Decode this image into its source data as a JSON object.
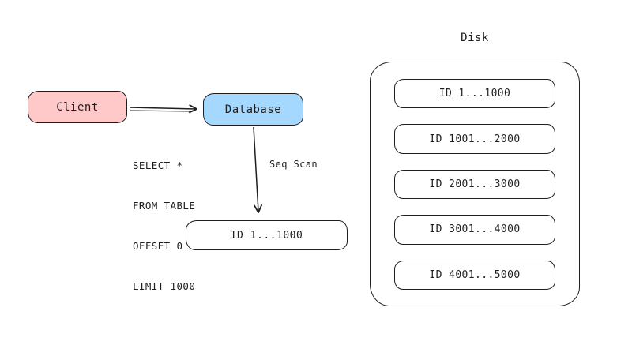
{
  "diagram": {
    "client": {
      "label": "Client",
      "fill": "#ffc9c9"
    },
    "database": {
      "label": "Database",
      "fill": "#a5d8ff"
    },
    "query": {
      "lines": [
        "SELECT *",
        "FROM TABLE",
        "OFFSET 0",
        "LIMIT 1000"
      ]
    },
    "seq_scan_label": "Seq Scan",
    "result_box": {
      "label": "ID 1...1000"
    },
    "disk": {
      "title": "Disk",
      "blocks": [
        "ID 1...1000",
        "ID 1001...2000",
        "ID 2001...3000",
        "ID 3001...4000",
        "ID 4001...5000"
      ]
    },
    "stroke_color": "#1e1e1e"
  }
}
